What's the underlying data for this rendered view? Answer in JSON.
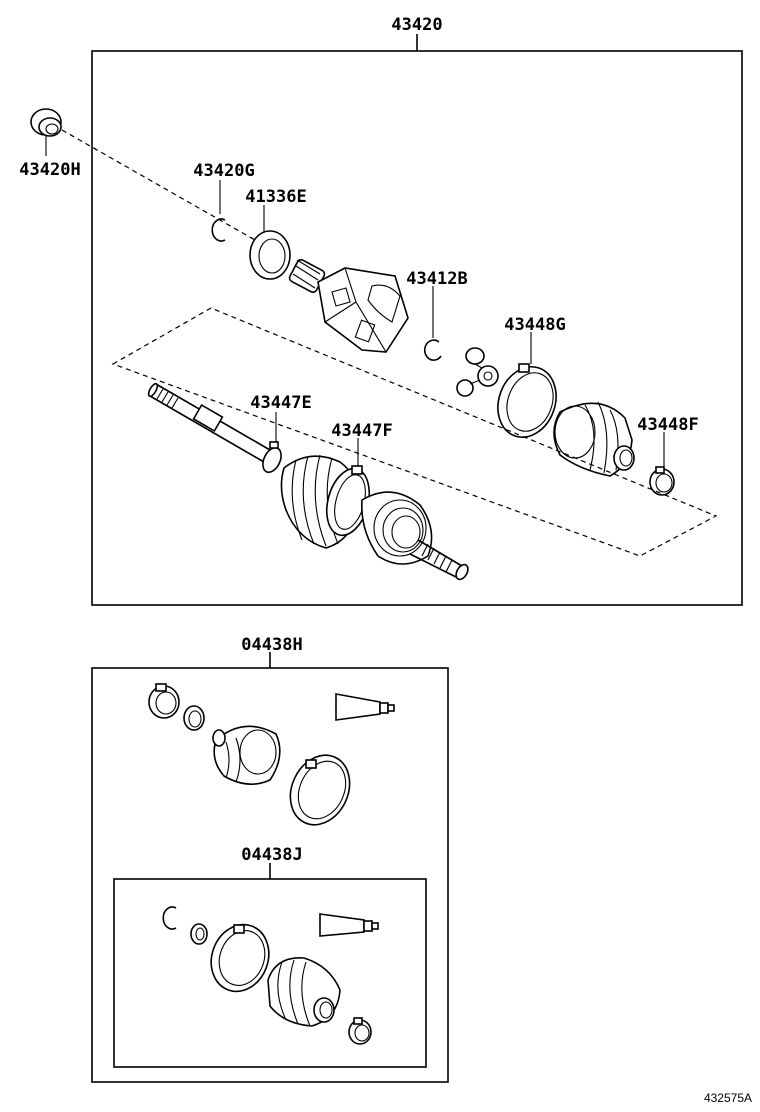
{
  "diagram": {
    "labels": {
      "p43420": "43420",
      "p43420H": "43420H",
      "p43420G": "43420G",
      "p41336E": "41336E",
      "p43412B": "43412B",
      "p43448G": "43448G",
      "p43447E": "43447E",
      "p43447F": "43447F",
      "p43448F": "43448F",
      "p04438H": "04438H",
      "p04438J": "04438J"
    },
    "figure_code": "432575A"
  }
}
